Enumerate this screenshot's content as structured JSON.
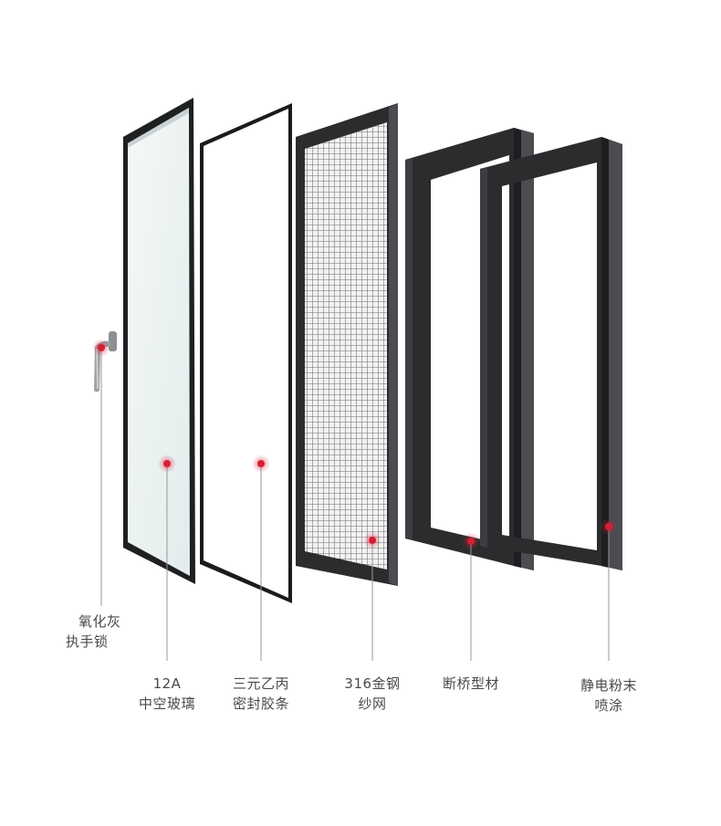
{
  "components": [
    {
      "id": "handle",
      "lines": [
        "氧化灰",
        "执手锁"
      ]
    },
    {
      "id": "glass",
      "lines": [
        "12A",
        "中空玻璃"
      ]
    },
    {
      "id": "seal",
      "lines": [
        "三元乙丙",
        "密封胶条"
      ]
    },
    {
      "id": "mesh",
      "lines": [
        "316金钢",
        "纱网"
      ]
    },
    {
      "id": "profile",
      "lines": [
        "断桥型材"
      ]
    },
    {
      "id": "coating",
      "lines": [
        "静电粉末",
        "喷涂"
      ]
    }
  ],
  "colors": {
    "frame": "#2b2c2e",
    "frame_light": "#4a4c50",
    "glass": "#e9f1f1",
    "marker": "#d81e35",
    "leader": "#9a9a9a",
    "text": "#4a4a4a"
  }
}
